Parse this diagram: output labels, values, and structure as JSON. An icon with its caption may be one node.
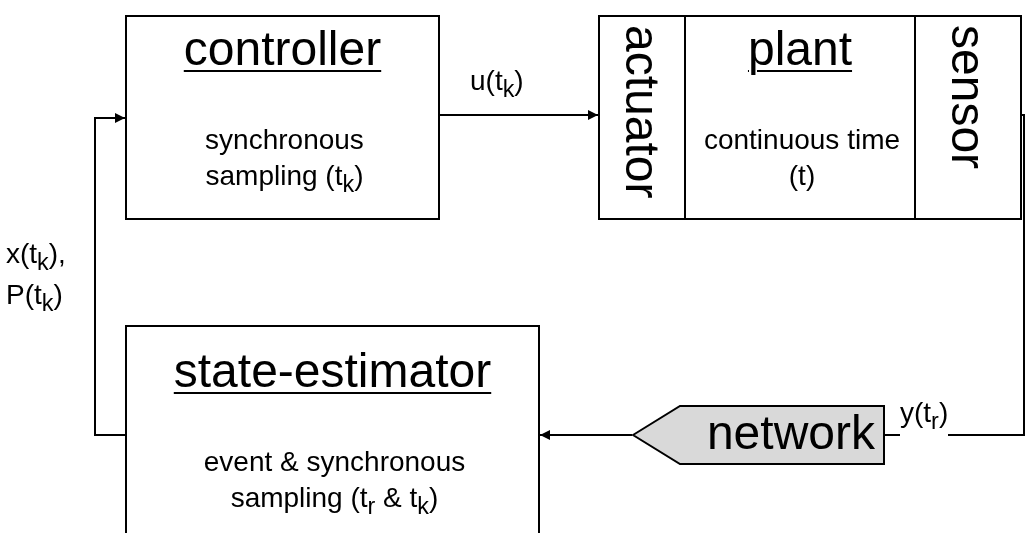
{
  "diagram": {
    "nodes": [
      {
        "text": [
          "controller",
          "synchronous sampling (t$_{k}$)"
        ]
      },
      {
        "text": [
          "actuator"
        ]
      },
      {
        "text": [
          "plant",
          "continuous time (t)"
        ]
      },
      {
        "text": [
          "sensor"
        ]
      },
      {
        "text": [
          "state-estimator",
          "event & synchronous sampling (t$_{r}$ & t$_{k}$)"
        ]
      },
      {
        "text": [
          "network"
        ]
      }
    ],
    "edges": [
      {
        "from": 0,
        "to": 1,
        "arrow": "to",
        "label": "u(t$_{k}$)"
      },
      {
        "from": 3,
        "to": 5,
        "arrow": "none",
        "label": "y(t$_{r}$)"
      },
      {
        "from": 5,
        "to": 4,
        "arrow": "to"
      },
      {
        "from": 4,
        "to": 0,
        "arrow": "to",
        "label": "x(t$_{k}$), P(t$_{k}$)"
      }
    ]
  }
}
